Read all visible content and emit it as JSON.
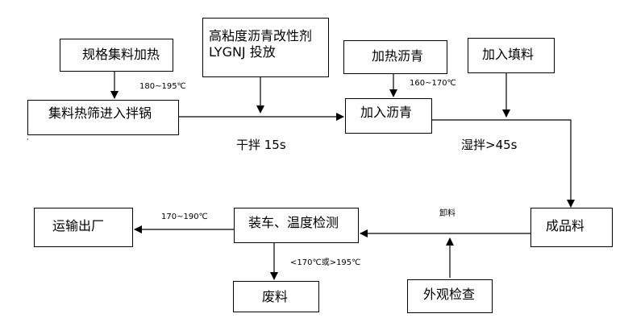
{
  "nodes": {
    "aggregate_heating": "规格集料加热",
    "modifier_line1": "高粘度沥青改性剂",
    "modifier_line2": "LYGNJ 投放",
    "asphalt_heating": "加热沥青",
    "add_filler": "加入填料",
    "aggregate_screening": "集料热筛进入拌锅",
    "add_asphalt": "加入沥青",
    "finished_material": "成品料",
    "loading_inspection": "装车、温度检测",
    "transport": "运输出厂",
    "waste": "废料",
    "visual_inspection": "外观检查"
  },
  "labels": {
    "aggregate_temp": "180~195℃",
    "asphalt_temp": "160~170℃",
    "dry_mix": "干拌 15s",
    "wet_mix": "湿拌>45s",
    "unloading": "卸料",
    "transport_temp": "170~190℃",
    "waste_condition": "<170℃或>195℃",
    "stray_mark": "‘"
  },
  "colors": {
    "line": "#000000",
    "box_border": "#000000",
    "background": "#ffffff"
  }
}
